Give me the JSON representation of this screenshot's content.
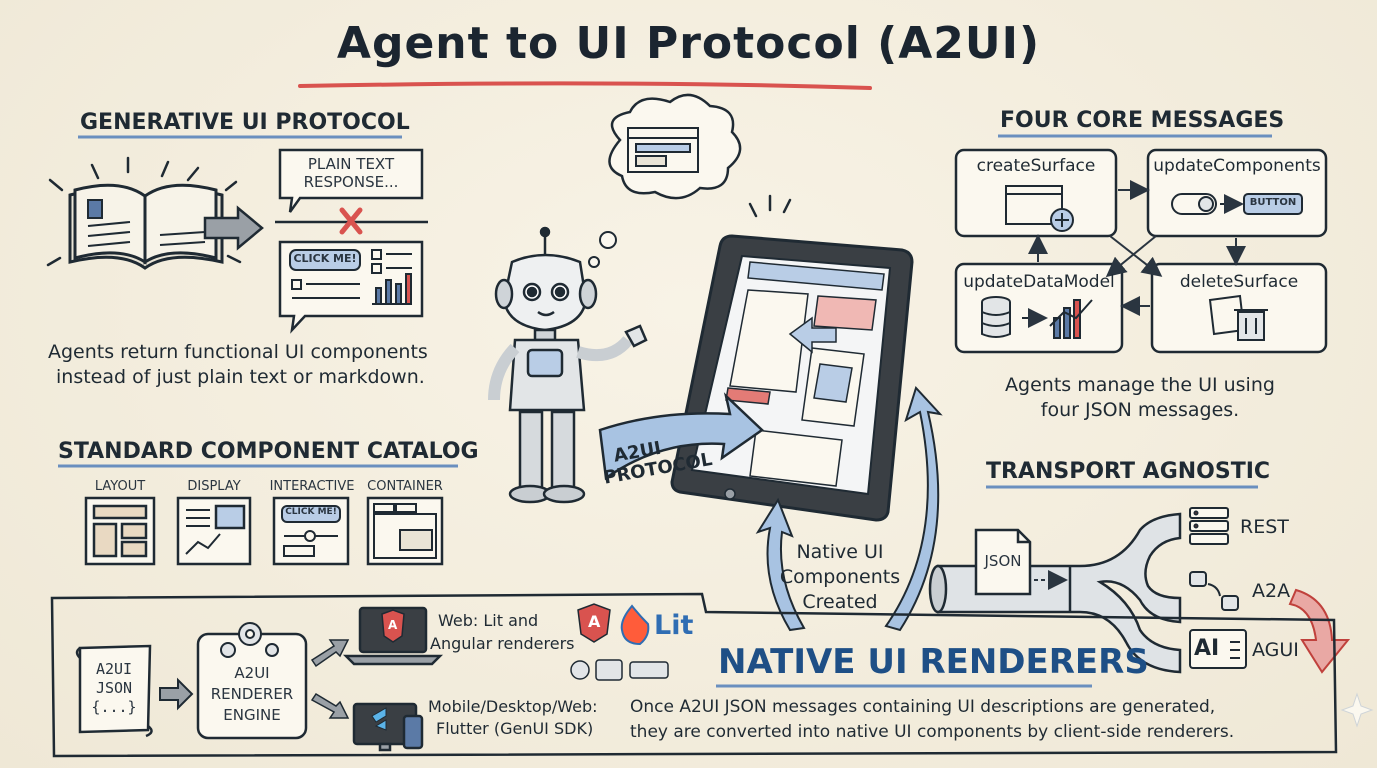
{
  "title": "Agent to UI Protocol (A2UI)",
  "generative": {
    "header": "GENERATIVE UI PROTOCOL",
    "plain_text_bubble": "PLAIN TEXT\nRESPONSE...",
    "click_me": "CLICK ME!",
    "caption_line1": "Agents return functional UI components",
    "caption_line2": "instead of just plain text or markdown."
  },
  "catalog": {
    "header": "STANDARD COMPONENT CATALOG",
    "items": [
      {
        "label": "LAYOUT"
      },
      {
        "label": "DISPLAY"
      },
      {
        "label": "INTERACTIVE",
        "button": "CLICK ME!"
      },
      {
        "label": "CONTAINER"
      }
    ]
  },
  "center": {
    "protocol_label_line1": "A2UI",
    "protocol_label_line2": "PROTOCOL",
    "native_created_line1": "Native UI",
    "native_created_line2": "Components",
    "native_created_line3": "Created"
  },
  "core_messages": {
    "header": "FOUR CORE MESSAGES",
    "messages": [
      "createSurface",
      "updateComponents",
      "updateDataModel",
      "deleteSurface"
    ],
    "button_label": "BUTTON",
    "caption_line1": "Agents manage the UI using",
    "caption_line2": "four JSON messages."
  },
  "transport": {
    "header": "TRANSPORT AGNOSTIC",
    "json_label": "JSON",
    "endpoints": [
      "REST",
      "A2A",
      "AGUI"
    ],
    "ai_label": "AI"
  },
  "renderers": {
    "header": "NATIVE UI RENDERERS",
    "json_scroll_line1": "A2UI",
    "json_scroll_line2": "JSON",
    "json_scroll_line3": "{...}",
    "engine_line1": "A2UI",
    "engine_line2": "RENDERER",
    "engine_line3": "ENGINE",
    "web_line1": "Web: Lit and",
    "web_line2": "Angular renderers",
    "lit_label": "Lit",
    "angular_label": "A",
    "mobile_line1": "Mobile/Desktop/Web:",
    "mobile_line2": "Flutter (GenUI SDK)",
    "caption_line1": "Once A2UI JSON messages containing UI descriptions are generated,",
    "caption_line2": "they are converted into native UI components by client-side renderers."
  },
  "colors": {
    "ink": "#1f2a33",
    "accent_red": "#d9534f",
    "accent_blue": "#2f6db3",
    "renderer_blue": "#1e4f86",
    "paper": "#f4efe0"
  }
}
